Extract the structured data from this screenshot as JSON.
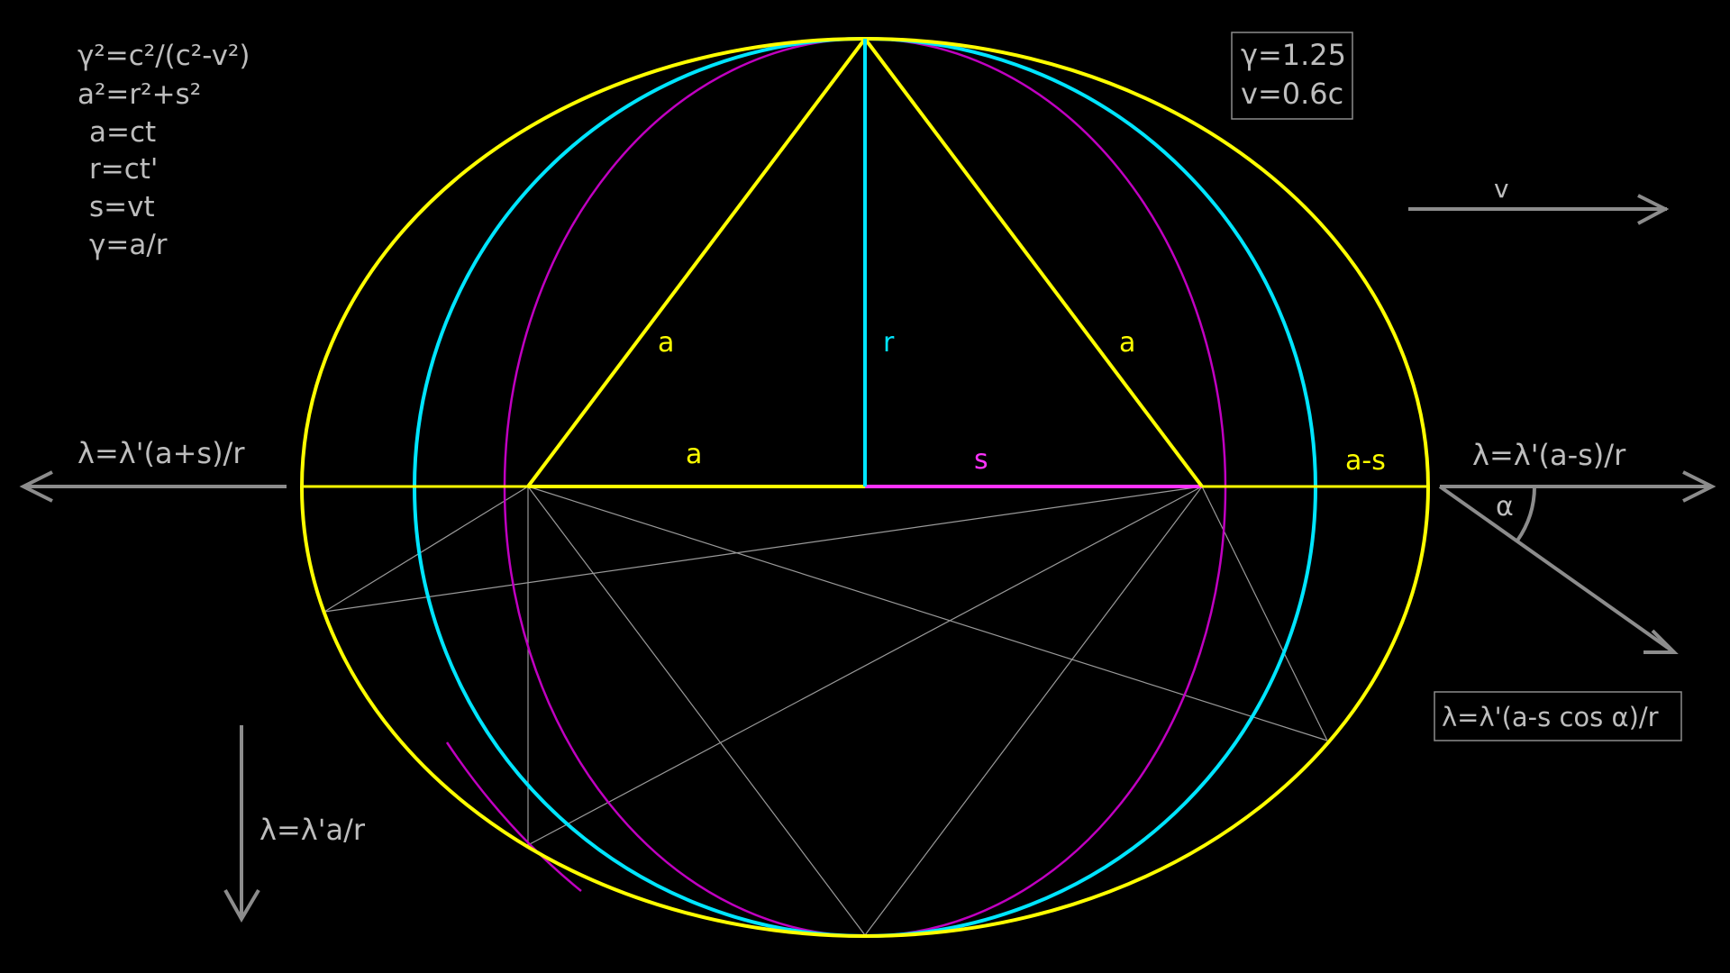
{
  "formulas": [
    "γ²=c²/(c²-v²)",
    "a²=r²+s²",
    "a=ct",
    "r=ct'",
    "s=vt",
    "γ=a/r"
  ],
  "params_box": {
    "gamma": "γ=1.25",
    "velocity": "v=0.6c"
  },
  "velocity_arrow_label": "v",
  "left_wavelength": "λ=λ'(a+s)/r",
  "right_wavelength": "λ=λ'(a-s)/r",
  "angle_label": "α",
  "angled_wavelength": "λ=λ'(a-s cos α)/r",
  "down_wavelength": "λ=λ'a/r",
  "segment_labels": {
    "left_hypotenuse": "a",
    "right_hypotenuse": "a",
    "vertical": "r",
    "left_base": "a",
    "right_base": "s",
    "outer_right": "a-s"
  },
  "colors": {
    "yellow": "#ffff00",
    "cyan": "#00e5ff",
    "magenta": "#ff33ff",
    "purple": "#c000c0",
    "gray": "#8c8c8c",
    "text_gray": "#bdbdbd"
  }
}
